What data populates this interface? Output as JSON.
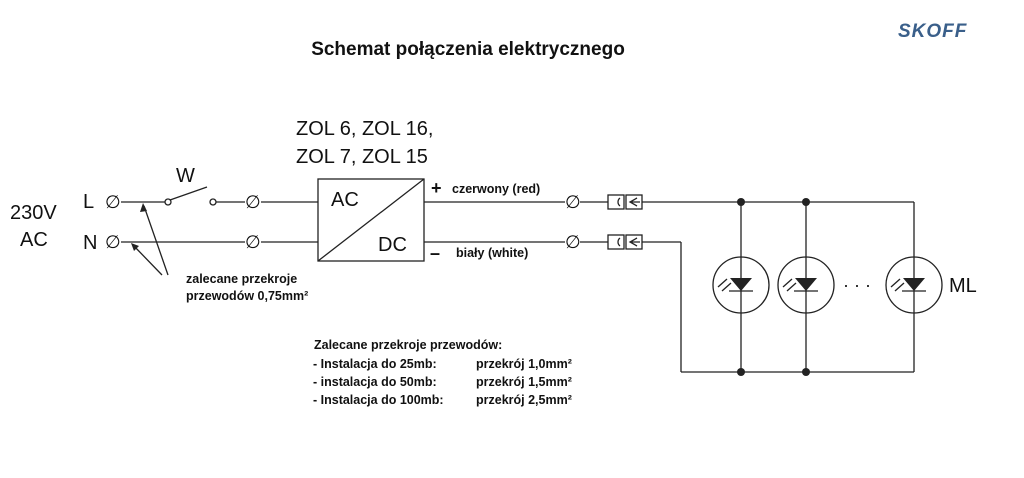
{
  "logo": "SKOFF",
  "title": "Schemat połączenia elektrycznego",
  "supply": {
    "voltage": "230V",
    "type": "AC",
    "line_label": "L",
    "neutral_label": "N"
  },
  "switch_label": "W",
  "wire_note": {
    "line1": "zalecane przekroje",
    "line2": "przewodów 0,75mm²"
  },
  "driver": {
    "models_line1": "ZOL 6, ZOL 16,",
    "models_line2": "ZOL 7, ZOL 15",
    "input_label": "AC",
    "output_label": "DC"
  },
  "outputs": {
    "plus_sign": "+",
    "plus_wire": "czerwony (red)",
    "minus_sign": "–",
    "minus_wire": "biały (white)"
  },
  "terminal_symbol": "∅",
  "led_dots": "· · ·",
  "led_label": "ML",
  "recommendations": {
    "heading": "Zalecane przekroje przewodów:",
    "items": [
      {
        "install": "- Instalacja do 25mb:",
        "section": "przekrój 1,0mm²"
      },
      {
        "install": "- instalacja do 50mb:",
        "section": "przekrój 1,5mm²"
      },
      {
        "install": "- Instalacja do 100mb:",
        "section": "przekrój 2,5mm²"
      }
    ]
  },
  "colors": {
    "logo": "#3a5f8a",
    "ink": "#222222",
    "background": "#ffffff"
  }
}
